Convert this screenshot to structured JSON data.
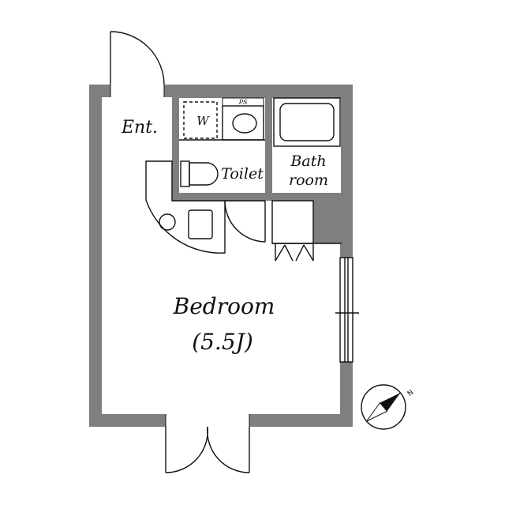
{
  "colors": {
    "wall": "#7f7f7f",
    "line": "#111111",
    "background": "#ffffff"
  },
  "rooms": {
    "entrance": "Ent.",
    "washer": "W",
    "pipe_space": "PS",
    "toilet": "Toilet",
    "bath_line1": "Bath",
    "bath_line2": "room",
    "bedroom": "Bedroom",
    "bedroom_size": "(5.5J)"
  },
  "compass": {
    "north": "N",
    "icon": "compass-icon"
  }
}
